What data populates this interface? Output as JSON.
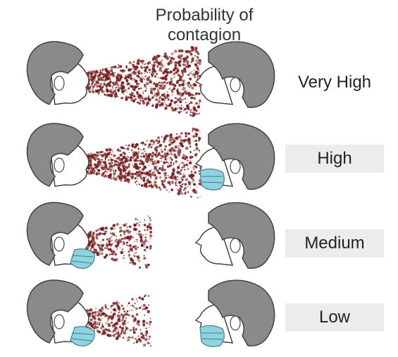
{
  "title": {
    "line1": "Probability of",
    "line2": "contagion"
  },
  "rows": [
    {
      "level": "Very High",
      "emitter_mask": false,
      "receiver_mask": false,
      "spray": "large"
    },
    {
      "level": "High",
      "emitter_mask": false,
      "receiver_mask": true,
      "spray": "large"
    },
    {
      "level": "Medium",
      "emitter_mask": true,
      "receiver_mask": false,
      "spray": "small"
    },
    {
      "level": "Low",
      "emitter_mask": true,
      "receiver_mask": true,
      "spray": "small"
    }
  ],
  "colors": {
    "hair": "#8a8a8a",
    "skin": "#ffffff",
    "mask": "#8fd3e0",
    "droplets": "#7a1f1f",
    "label_bg": "#ececec"
  }
}
